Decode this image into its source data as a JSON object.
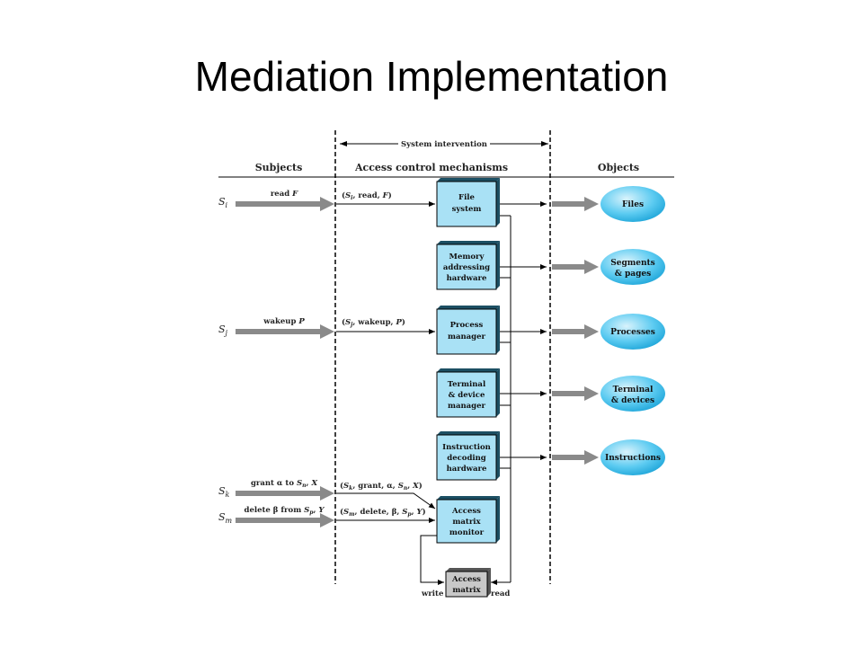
{
  "slide": {
    "title": "Mediation Implementation"
  },
  "diagram": {
    "system_intervention": "System intervention",
    "headers": {
      "subjects": "Subjects",
      "mechanisms": "Access control mechanisms",
      "objects": "Objects"
    },
    "subjects": {
      "si": "S_i",
      "sj": "S_j",
      "sk": "S_k",
      "sm": "S_m"
    },
    "requests": {
      "read": "read F",
      "wakeup": "wakeup P",
      "grant": "grant α to S_n, X",
      "delete": "delete β from S_p, Y"
    },
    "messages": {
      "read": "(S_i, read, F)",
      "wakeup": "(S_j, wakeup, P)",
      "grant": "(S_k, grant, α, S_n, X)",
      "delete": "(S_m, delete, β, S_p, Y)"
    },
    "mechanisms": [
      {
        "line1": "File",
        "line2": "system",
        "line3": ""
      },
      {
        "line1": "Memory",
        "line2": "addressing",
        "line3": "hardware"
      },
      {
        "line1": "Process",
        "line2": "manager",
        "line3": ""
      },
      {
        "line1": "Terminal",
        "line2": "& device",
        "line3": "manager"
      },
      {
        "line1": "Instruction",
        "line2": "decoding",
        "line3": "hardware"
      }
    ],
    "monitor": {
      "line1": "Access",
      "line2": "matrix",
      "line3": "monitor"
    },
    "matrix": {
      "line1": "Access",
      "line2": "matrix"
    },
    "objects": [
      {
        "line1": "Files",
        "line2": ""
      },
      {
        "line1": "Segments",
        "line2": "& pages"
      },
      {
        "line1": "Processes",
        "line2": ""
      },
      {
        "line1": "Terminal",
        "line2": "& devices"
      },
      {
        "line1": "Instructions",
        "line2": ""
      }
    ],
    "matrix_io": {
      "write": "write",
      "read": "read"
    },
    "colors": {
      "box": "#a9e1f5",
      "box_side": "#1c4f63",
      "arrow": "#8a8a8a",
      "ellipse": "#4fc3ee",
      "matrix": "#c8c8c8"
    }
  }
}
